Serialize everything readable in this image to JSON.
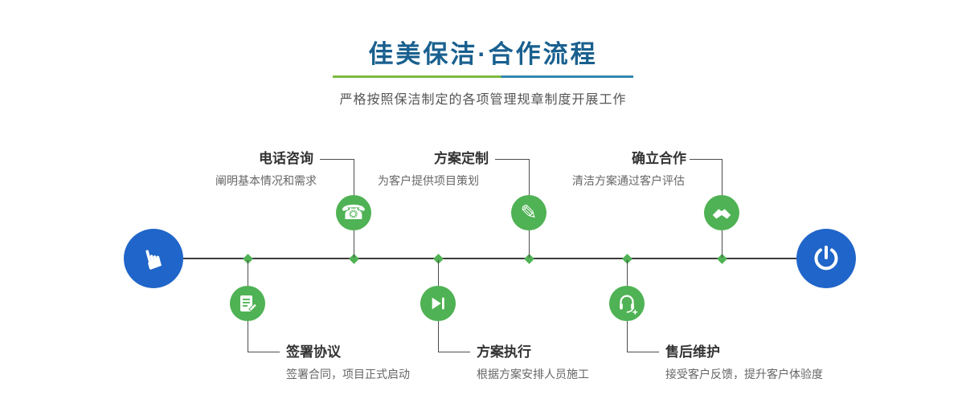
{
  "page": {
    "title": "佳美保洁·合作流程",
    "subtitle": "严格按照保洁制定的各项管理规章制度开展工作"
  },
  "colors": {
    "title_blue": "#19608f",
    "accent_green": "#4fb254",
    "endpoint_blue": "#2065c9",
    "underline_green": "#7cb93e",
    "underline_blue": "#3186ae",
    "line_gray": "#3c3c3c"
  },
  "icons": {
    "start": "hand-pointer-icon",
    "end": "power-icon",
    "start_glyph": "☛",
    "phone_glyph": "☎",
    "pencil_glyph": "✎"
  },
  "steps_top": [
    {
      "title": "电话咨询",
      "desc": "阐明基本情况和需求",
      "icon": "phone-icon"
    },
    {
      "title": "方案定制",
      "desc": "为客户提供项目策划",
      "icon": "design-pencil-icon"
    },
    {
      "title": "确立合作",
      "desc": "清洁方案通过客户评估",
      "icon": "handshake-icon"
    }
  ],
  "steps_bottom": [
    {
      "title": "签署协议",
      "desc": "签署合同，项目正式启动",
      "icon": "contract-icon"
    },
    {
      "title": "方案执行",
      "desc": "根据方案安排人员施工",
      "icon": "play-next-icon"
    },
    {
      "title": "售后维护",
      "desc": "接受客户反馈，提升客户体验度",
      "icon": "headset-icon"
    }
  ]
}
